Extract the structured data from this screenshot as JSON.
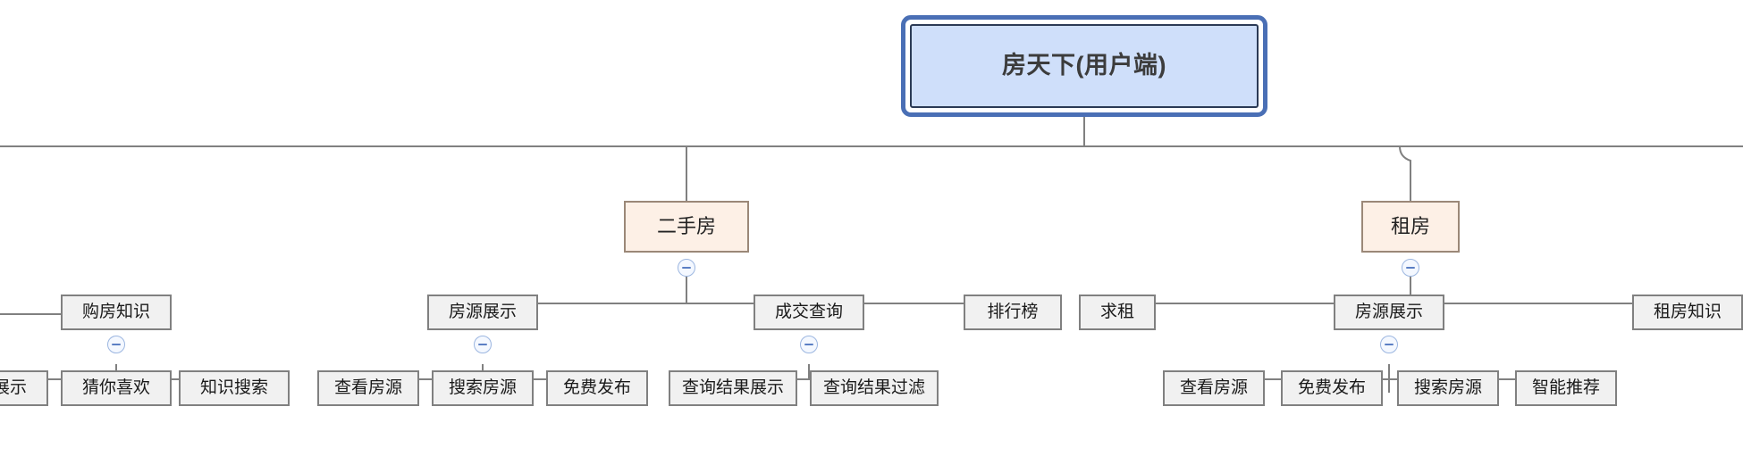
{
  "diagram": {
    "type": "mind-map-tree",
    "title_node": "房天下(用户端)",
    "orientation": "top-down",
    "colors": {
      "root_fill": "#cfdffa",
      "root_border": "#2b3a55",
      "root_selection_ring": "#4a6fb5",
      "level2_fill": "#fdf0e6",
      "level2_border": "#9b8878",
      "leaf_fill": "#f1f1f1",
      "leaf_border": "#808080",
      "connector": "#808080",
      "toggle_stroke": "#9cb6e0",
      "toggle_glyph": "#5b7fc4"
    },
    "root": {
      "label": "房天下(用户端)"
    },
    "branches": [
      {
        "label": "二手房",
        "collapse_state": "expanded",
        "toggle_icon": "minus-circle-icon",
        "children": [
          {
            "label": "房源展示",
            "collapse_state": "expanded",
            "toggle_icon": "minus-circle-icon",
            "children": [
              {
                "label": "查看房源"
              },
              {
                "label": "搜索房源"
              },
              {
                "label": "免费发布"
              }
            ]
          },
          {
            "label": "成交查询",
            "collapse_state": "expanded",
            "toggle_icon": "minus-circle-icon",
            "children": [
              {
                "label": "查询结果展示"
              },
              {
                "label": "查询结果过滤"
              }
            ]
          },
          {
            "label": "排行榜",
            "children": []
          }
        ]
      },
      {
        "label": "租房",
        "collapse_state": "expanded",
        "toggle_icon": "minus-circle-icon",
        "children": [
          {
            "label": "求租",
            "children": []
          },
          {
            "label": "房源展示",
            "collapse_state": "expanded",
            "toggle_icon": "minus-circle-icon",
            "children": [
              {
                "label": "查看房源"
              },
              {
                "label": "免费发布"
              },
              {
                "label": "搜索房源"
              },
              {
                "label": "智能推荐"
              }
            ]
          },
          {
            "label": "租房知识",
            "children": []
          }
        ]
      }
    ],
    "offscreen_left_group": {
      "note": "partially visible branch clipped at left edge of viewport",
      "parent": {
        "label": "购房知识",
        "collapse_state": "expanded",
        "toggle_icon": "minus-circle-icon"
      },
      "children": [
        {
          "label": "展示"
        },
        {
          "label": "猜你喜欢"
        },
        {
          "label": "知识搜索"
        }
      ]
    }
  }
}
